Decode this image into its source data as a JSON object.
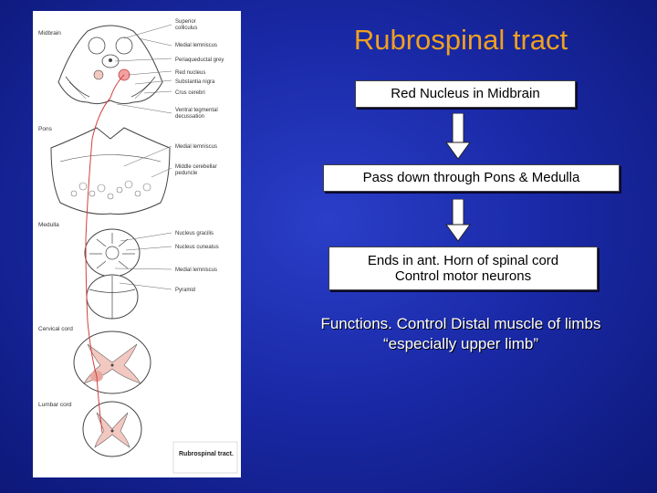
{
  "slide": {
    "title": "Rubrospinal tract",
    "flow": {
      "step1": "Red Nucleus in Midbrain",
      "step2": "Pass down through Pons & Medulla",
      "step3_line1": "Ends in ant. Horn of spinal cord",
      "step3_line2": "Control motor neurons"
    },
    "functions_line1": "Functions. Control Distal muscle of limbs",
    "functions_line2": "“especially upper limb”"
  },
  "figure": {
    "regions": {
      "midbrain": "Midbrain",
      "pons": "Pons",
      "medulla": "Medulla",
      "cervical": "Cervical cord",
      "lumbar": "Lumbar cord"
    },
    "labels": {
      "superior_colliculus_1": "Superior",
      "superior_colliculus_2": "colliculus",
      "medial_lemniscus": "Medial lemniscus",
      "periaqueductal": "Periaqueductal grey",
      "red_nucleus": "Red nucleus",
      "substantia_nigra": "Substantia nigra",
      "crus_cerebri": "Crus cerebri",
      "ventral_tegmental_1": "Ventral tegmental",
      "ventral_tegmental_2": "decussation",
      "medial_lemniscus_pons": "Medial lemniscus",
      "middle_cerebellar_1": "Middle cerebellar",
      "middle_cerebellar_2": "peduncle",
      "nucleus_gracilis": "Nucleus gracilis",
      "nucleus_cuneatus": "Nucleus cuneatus",
      "medial_lemniscus_medulla": "Medial lemniscus",
      "pyramid": "Pyramid"
    },
    "caption": "Rubrospinal tract."
  },
  "colors": {
    "title": "#f0a020",
    "tract": "#d04040",
    "tract_fill": "#f3c8c0"
  }
}
